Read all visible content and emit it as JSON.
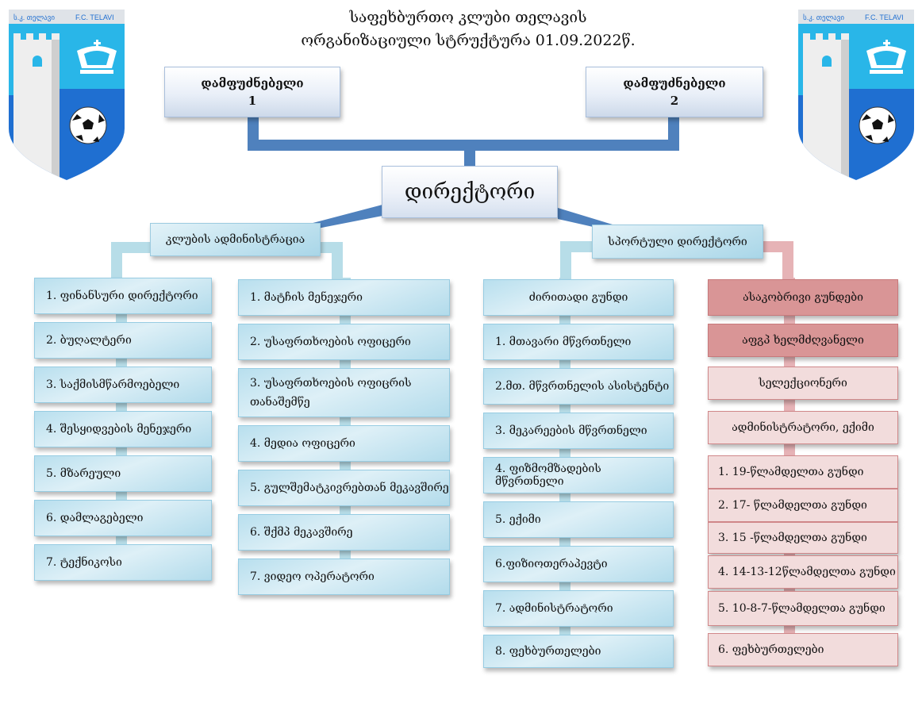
{
  "title": {
    "line1": "საფეხბურთო კლუბი თელავის",
    "line2": "ორგანიზაციული სტრუქტურა 01.09.2022წ."
  },
  "logo": {
    "text_georgian": "ს.კ. თელავი",
    "text_latin": "F.C. TELAVI",
    "icons": [
      "tower-icon",
      "crown-icon",
      "soccer-ball-icon"
    ],
    "colors": {
      "light_blue": "#29b6e8",
      "dark_blue": "#1f6fd1",
      "white": "#f2f2f2"
    }
  },
  "founders": [
    {
      "label": "დამფუძნებელი",
      "number": "1"
    },
    {
      "label": "დამფუძნებელი",
      "number": "2"
    }
  ],
  "director": {
    "label": "დირექტორი"
  },
  "departments": {
    "administration": {
      "label": "კლუბის ადმინისტრაცია"
    },
    "sport": {
      "label": "სპორტული დირექტორი"
    }
  },
  "admin_col1": [
    "1. ფინანსური დირექტორი",
    "2.  ბუღალტერი",
    "3. საქმისმწარმოებელი",
    "4. შესყიდვების მენეჯერი",
    "5. მზარეული",
    "6. დამლაგებელი",
    "7. ტექნიკოსი"
  ],
  "admin_col2": [
    "1. მატჩის მენეჯერი",
    "2. უსაფრთხოების ოფიცერი",
    "3. უსაფრთხოების ოფიცრის თანაშემწე",
    "4. მედია ოფიცერი",
    "5. გულშემატკივრებთან მეკავშირე",
    "6. შქმპ მეკავშირე",
    "7. ვიდეო ოპერატორი"
  ],
  "main_team": {
    "header": "ძირითადი გუნდი",
    "items": [
      "1. მთავარი მწვრთნელი",
      "2.მთ. მწვრთნელის ასისტენტი",
      "3. მეკარეების მწვრთნელი",
      "4. ფიზმომზადების მწვრთნელი",
      "5. ექიმი",
      "6.ფიზიოთერაპევტი",
      "7. ადმინისტრატორი",
      "8. ფეხბურთელები"
    ]
  },
  "youth_teams": {
    "header": "ასაკობრივი გუნდები",
    "head": "აფგპ ხელმძღვანელი",
    "staff": [
      "სელექციონერი",
      "ადმინისტრატორი, ექიმი"
    ],
    "items": [
      "1. 19-წლამდელთა გუნდი",
      "2. 17- წლამდელთა გუნდი",
      "3. 15 -წლამდელთა გუნდი",
      "4. 14-13-12წლამდელთა გუნდი",
      "5. 10-8-7-წლამდელთა გუნდი",
      "6. ფეხბურთელები"
    ]
  },
  "colors": {
    "connector_dark": "#4f81bd",
    "connector_light": "#b7dde8",
    "connector_pink": "#e6b3b6",
    "box_blue": "#c9e6f1",
    "box_red_dark": "#d99596",
    "box_red_light": "#f2dcdc"
  }
}
